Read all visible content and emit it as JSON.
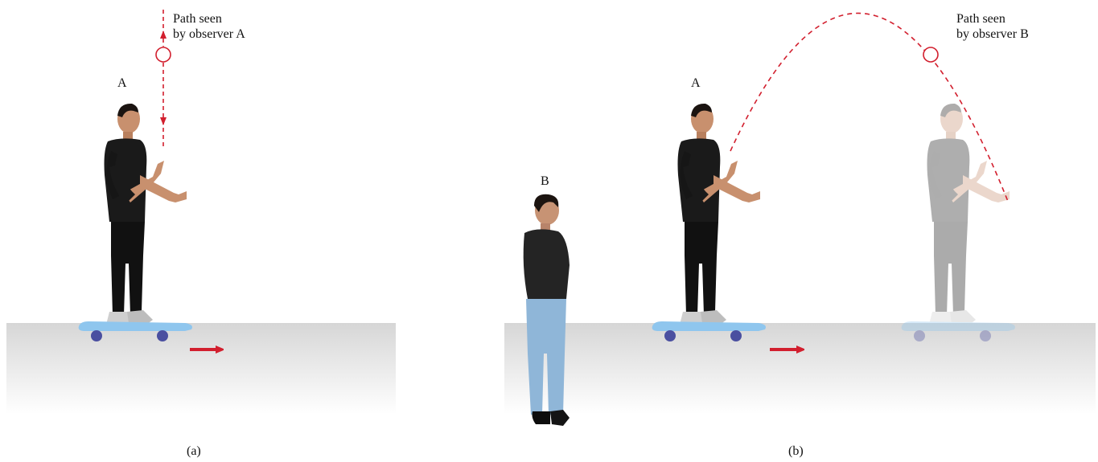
{
  "panel_a": {
    "observer_label": "A",
    "path_label": "Path seen\nby observer A",
    "caption": "(a)"
  },
  "panel_b": {
    "observer_a_label": "A",
    "observer_b_label": "B",
    "path_label": "Path seen\nby observer B",
    "caption": "(b)"
  },
  "colors": {
    "path": "#d21f2e",
    "arrow": "#d21f2e",
    "shirt": "#1a1a1a",
    "pants": "#111111",
    "skin": "#c8906e",
    "skateboard": "#8fc6ee",
    "wheels": "#4a4fa0",
    "jeans": "#8fb6d8",
    "floor_top": "#d9d9d9",
    "floor_bottom": "#ffffff"
  },
  "icons": {
    "person_a": "person-on-skateboard-icon",
    "person_b": "standing-person-icon",
    "ball": "ball-circle-icon",
    "motion": "motion-arrow-icon"
  }
}
